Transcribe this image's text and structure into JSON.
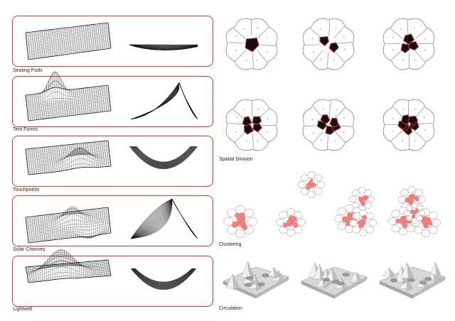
{
  "forms": [
    {
      "label": "Seating Pods",
      "variant": "flat"
    },
    {
      "label": "Tent Forms",
      "variant": "tent"
    },
    {
      "label": "Touchpoints",
      "variant": "touch"
    },
    {
      "label": "Solar Chimney",
      "variant": "chimney"
    },
    {
      "label": "Lightwell",
      "variant": "well"
    }
  ],
  "studies": {
    "spatial_division": "Spatial Division",
    "clustering": "Clustering",
    "circulation": "Circulation"
  },
  "colors": {
    "panel_border": "#c8373a",
    "cluster_fill": "#f07a7a",
    "cell_fill_dark": "#111111",
    "cell_stroke": "#777777"
  }
}
